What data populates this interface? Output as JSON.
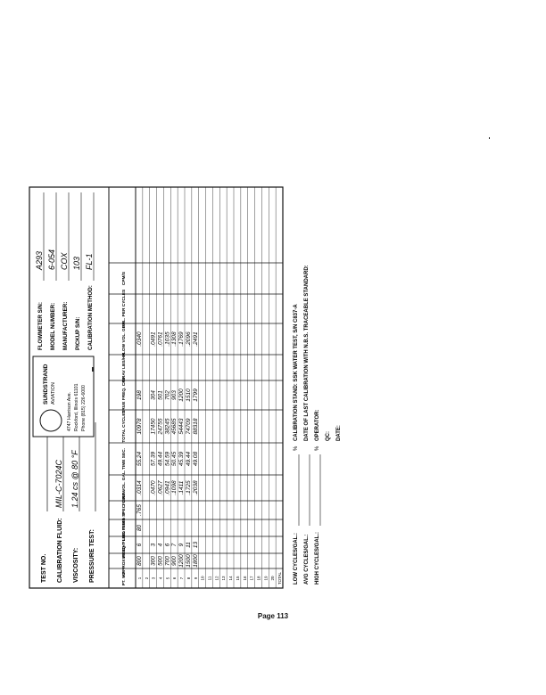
{
  "form": {
    "company": "SUNDSTRAND",
    "division": "AVIATION",
    "address": "4747 Harrison Ave.",
    "city": "Rockford, Illinois 61101",
    "phone": "Phone (815) 226-6000",
    "header_fields": [
      {
        "label": "TEST NO.",
        "value": ""
      },
      {
        "label": "CALIBRATION FLUID:",
        "value": "MIL-C-7024C"
      },
      {
        "label": "VISCOSITY:",
        "value": "1.24 cs @ 80 °F"
      },
      {
        "label": "PRESSURE TEST:",
        "value": ""
      }
    ],
    "meter_fields": [
      {
        "label": "FLOWMETER S/N:",
        "value": "A293"
      },
      {
        "label": "MODEL NUMBER:",
        "value": "6-054"
      },
      {
        "label": "MANUFACTURER:",
        "value": "COX"
      },
      {
        "label": "PICKUP S/N:",
        "value": "103"
      },
      {
        "label": "CALIBRATION METHOD:",
        "value": "FL-1"
      }
    ],
    "columns": [
      "PT. NO.",
      "APPROX FREQ.",
      "WEIGHT LBS.",
      "FLUID TEMP. °F",
      "FLUID SPEC. GRAV.",
      "FLUID VOL. GAL.",
      "TIME SEC.",
      "TOTAL CYCLES",
      "TRUE FREQ. CPS",
      "GRAV LBS/HR",
      "FLOW VOL. GPM",
      "GAL. PER CYCLES",
      "CPM/S"
    ],
    "rows": [
      {
        "pt": "1",
        "freq": "800",
        "weight": "6",
        "temp": "80",
        "grav": ".765",
        "vol": ".0314",
        "time": "55.24",
        "cycles": "10978",
        "true_freq": "198",
        "gpm": ".0340"
      },
      {
        "pt": "2",
        "freq": "",
        "weight": "",
        "temp": "",
        "grav": "",
        "vol": "",
        "time": "",
        "cycles": "",
        "true_freq": "",
        "gpm": ""
      },
      {
        "pt": "3",
        "freq": "300",
        "weight": "3",
        "temp": "",
        "grav": "",
        "vol": ".0470",
        "time": "57.39",
        "cycles": "17450",
        "true_freq": "304",
        "gpm": ".0491"
      },
      {
        "pt": "4",
        "freq": "500",
        "weight": "4",
        "temp": "",
        "grav": "",
        "vol": ".0627",
        "time": "49.44",
        "cycles": "24755",
        "true_freq": "501",
        "gpm": ".0761"
      },
      {
        "pt": "5",
        "freq": "700",
        "weight": "6",
        "temp": "",
        "grav": "",
        "vol": ".0941",
        "time": "54.59",
        "cycles": "38245",
        "true_freq": "702",
        "gpm": ".1035"
      },
      {
        "pt": "6",
        "freq": "900",
        "weight": "7",
        "temp": "",
        "grav": "",
        "vol": ".1098",
        "time": "50.45",
        "cycles": "45685",
        "true_freq": "903",
        "gpm": ".1308"
      },
      {
        "pt": "7",
        "freq": "1200",
        "weight": "9",
        "temp": "",
        "grav": "",
        "vol": ".1411",
        "time": "45.39",
        "cycles": "54443",
        "true_freq": "1200",
        "gpm": ".1769"
      },
      {
        "pt": "8",
        "freq": "1500",
        "weight": "11",
        "temp": "",
        "grav": "",
        "vol": ".1725",
        "time": "49.44",
        "cycles": "74709",
        "true_freq": "1510",
        "gpm": ".2096"
      },
      {
        "pt": "9",
        "freq": "1800",
        "weight": "13",
        "temp": "",
        "grav": "",
        "vol": ".2038",
        "time": "49.08",
        "cycles": "88318",
        "true_freq": "1799",
        "gpm": ".2491"
      },
      {
        "pt": "10",
        "freq": "",
        "weight": "",
        "temp": "",
        "grav": "",
        "vol": "",
        "time": "",
        "cycles": "",
        "true_freq": "",
        "gpm": ""
      },
      {
        "pt": "11",
        "freq": "",
        "weight": "",
        "temp": "",
        "grav": "",
        "vol": "",
        "time": "",
        "cycles": "",
        "true_freq": "",
        "gpm": ""
      },
      {
        "pt": "12",
        "freq": "",
        "weight": "",
        "temp": "",
        "grav": "",
        "vol": "",
        "time": "",
        "cycles": "",
        "true_freq": "",
        "gpm": ""
      },
      {
        "pt": "13",
        "freq": "",
        "weight": "",
        "temp": "",
        "grav": "",
        "vol": "",
        "time": "",
        "cycles": "",
        "true_freq": "",
        "gpm": ""
      },
      {
        "pt": "14",
        "freq": "",
        "weight": "",
        "temp": "",
        "grav": "",
        "vol": "",
        "time": "",
        "cycles": "",
        "true_freq": "",
        "gpm": ""
      },
      {
        "pt": "15",
        "freq": "",
        "weight": "",
        "temp": "",
        "grav": "",
        "vol": "",
        "time": "",
        "cycles": "",
        "true_freq": "",
        "gpm": ""
      },
      {
        "pt": "16",
        "freq": "",
        "weight": "",
        "temp": "",
        "grav": "",
        "vol": "",
        "time": "",
        "cycles": "",
        "true_freq": "",
        "gpm": ""
      },
      {
        "pt": "17",
        "freq": "",
        "weight": "",
        "temp": "",
        "grav": "",
        "vol": "",
        "time": "",
        "cycles": "",
        "true_freq": "",
        "gpm": ""
      },
      {
        "pt": "18",
        "freq": "",
        "weight": "",
        "temp": "",
        "grav": "",
        "vol": "",
        "time": "",
        "cycles": "",
        "true_freq": "",
        "gpm": ""
      },
      {
        "pt": "19",
        "freq": "",
        "weight": "",
        "temp": "",
        "grav": "",
        "vol": "",
        "time": "",
        "cycles": "",
        "true_freq": "",
        "gpm": ""
      },
      {
        "pt": "20",
        "freq": "",
        "weight": "",
        "temp": "",
        "grav": "",
        "vol": "",
        "time": "",
        "cycles": "",
        "true_freq": "",
        "gpm": ""
      },
      {
        "pt": "TOTAL",
        "freq": "",
        "weight": "",
        "temp": "",
        "grav": "",
        "vol": "",
        "time": "",
        "cycles": "",
        "true_freq": "",
        "gpm": ""
      }
    ],
    "footer_left": [
      {
        "label": "LOW CYCLES/GAL.:",
        "unit": "%"
      },
      {
        "label": "AVG CYCLES/GAL.:",
        "unit": ""
      },
      {
        "label": "HIGH CYCLES/GAL.:",
        "unit": "%"
      }
    ],
    "footer_right": [
      {
        "label": "CALIBRATION STAND: SSK WATER TEST, S/N C837-A",
        "value": ""
      },
      {
        "label": "DATE OF LAST CALIBRATION WITH N.B.S. TRACEABLE STANDARD:",
        "value": ""
      },
      {
        "label": "OPERATOR:",
        "value": ""
      },
      {
        "label": "QC:",
        "value": ""
      },
      {
        "label": "DATE:",
        "value": ""
      }
    ]
  },
  "page_label": "Page 113"
}
